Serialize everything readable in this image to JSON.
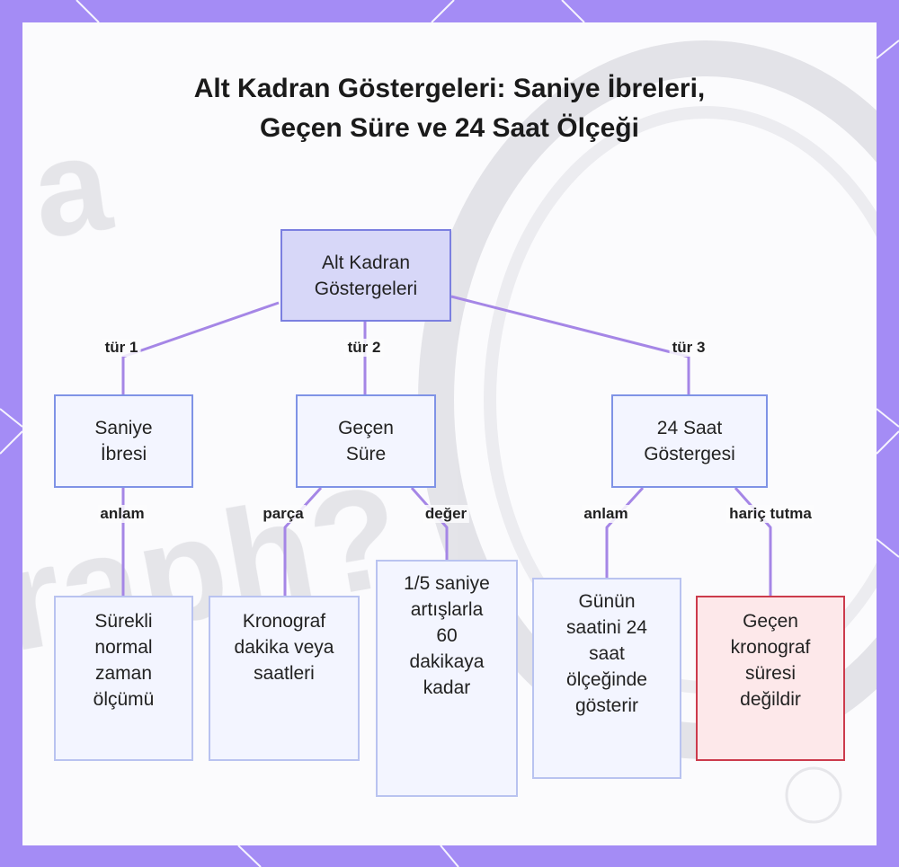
{
  "title": "Alt Kadran Göstergeleri: Saniye İbreleri, Geçen Süre ve 24 Saat Ölçeği",
  "colors": {
    "frame": "#a48cf5",
    "edge": "#a586e6",
    "root_fill": "#d7d7f8",
    "root_border": "#7b7fe0",
    "node_border": "#7f93e6",
    "leaf_border": "#b9c3f0",
    "warning_fill": "#fde8ea",
    "warning_border": "#cc3b4c"
  },
  "nodes": {
    "root": "Alt Kadran Göstergeleri",
    "seconds_hand": "Saniye İbresi",
    "elapsed_time": "Geçen Süre",
    "hour24_indicator": "24 Saat Göstergesi",
    "continuous_time": "Sürekli normal zaman ölçümü",
    "chrono_minutes_hours": "Kronograf dakika veya saatleri",
    "fifth_second": "1/5 saniye artışlarla 60 dakikaya kadar",
    "day_time_24h": "Günün saatini 24 saat ölçeğinde gösterir",
    "not_elapsed": "Geçen kronograf süresi değildir"
  },
  "edge_labels": {
    "type1": "tür 1",
    "type2": "tür 2",
    "type3": "tür 3",
    "meaning1": "anlam",
    "part": "parça",
    "value": "değer",
    "meaning2": "anlam",
    "exclusion": "hariç tutma"
  }
}
